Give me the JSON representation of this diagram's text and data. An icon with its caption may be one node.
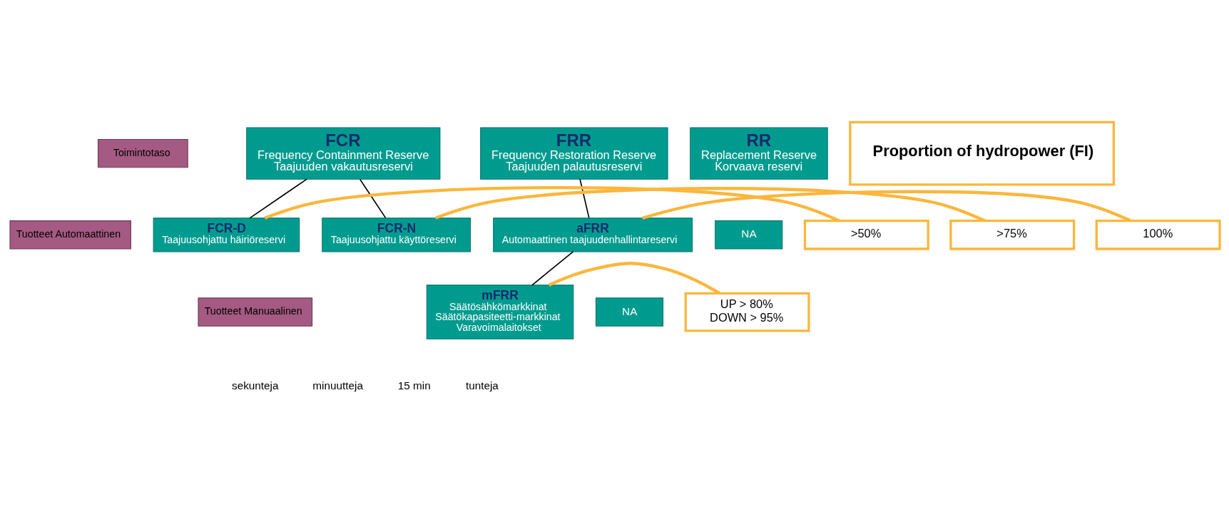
{
  "diagram": {
    "nodes": [
      {
        "text": [
          "Toimintotaso"
        ]
      },
      {
        "text": [
          "FCR",
          "Frequency Containment Reserve",
          "Taajuuden vakautusreservi"
        ]
      },
      {
        "text": [
          "FRR",
          "Frequency Restoration Reserve",
          "Taajuuden palautusreservi"
        ]
      },
      {
        "text": [
          "RR",
          "Replacement Reserve",
          "Korvaava reservi"
        ]
      },
      {
        "text": [
          "Proportion of hydropower (FI)"
        ]
      },
      {
        "text": [
          "Tuotteet Automaattinen"
        ]
      },
      {
        "text": [
          "FCR-D",
          "Taajuusohjattu häiriöreservi"
        ]
      },
      {
        "text": [
          "FCR-N",
          "Taajuusohjattu käyttöreservi"
        ]
      },
      {
        "text": [
          "aFRR",
          "Automaattinen taajuudenhallintareservi"
        ]
      },
      {
        "text": [
          "NA"
        ]
      },
      {
        "text": [
          ">50%"
        ]
      },
      {
        "text": [
          ">75%"
        ]
      },
      {
        "text": [
          "100%"
        ]
      },
      {
        "text": [
          "Tuotteet Manuaalinen"
        ]
      },
      {
        "text": [
          "mFRR",
          "Säätösähkömarkkinat",
          "Säätökapasiteetti-markkinat",
          "Varavoimalaitokset"
        ]
      },
      {
        "text": [
          "NA"
        ]
      },
      {
        "text": [
          "UP > 80%",
          "DOWN > 95%"
        ]
      }
    ],
    "edges": [
      {
        "from": 1,
        "to": 6,
        "arrow": "none"
      },
      {
        "from": 1,
        "to": 7,
        "arrow": "none"
      },
      {
        "from": 2,
        "to": 8,
        "arrow": "none"
      },
      {
        "from": 8,
        "to": 14,
        "arrow": "none"
      },
      {
        "from": 6,
        "to": 10,
        "arrow": "none",
        "style": "thick",
        "color": "#fbb63c"
      },
      {
        "from": 7,
        "to": 11,
        "arrow": "none",
        "style": "thick",
        "color": "#fbb63c"
      },
      {
        "from": 8,
        "to": 12,
        "arrow": "none",
        "style": "thick",
        "color": "#fbb63c"
      },
      {
        "from": 14,
        "to": 16,
        "arrow": "none",
        "style": "thick",
        "color": "#fbb63c"
      }
    ],
    "labels": [
      "sekunteja",
      "minuutteja",
      "15 min",
      "tunteja"
    ]
  }
}
